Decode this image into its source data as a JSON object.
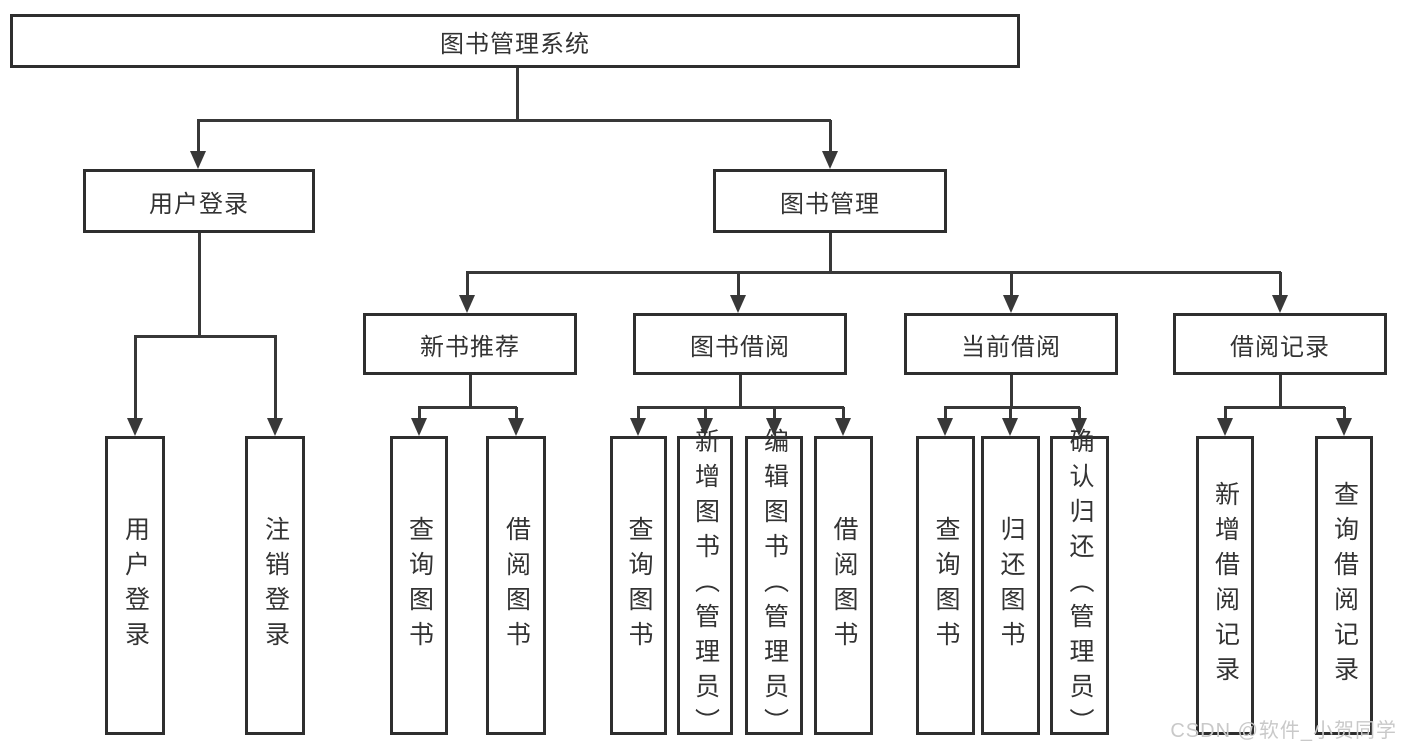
{
  "diagram": {
    "root": "图书管理系统",
    "level2": {
      "user_login": "用户登录",
      "book_mgmt": "图书管理"
    },
    "level3": {
      "new_books": "新书推荐",
      "book_borrow": "图书借阅",
      "current_borrow": "当前借阅",
      "borrow_records": "借阅记录"
    },
    "leaves": {
      "user_login": [
        "用户登录",
        "注销登录"
      ],
      "new_books": [
        "查询图书",
        "借阅图书"
      ],
      "book_borrow": [
        "查询图书",
        "新增图书（管理员）",
        "编辑图书（管理员）",
        "借阅图书"
      ],
      "current_borrow": [
        "查询图书",
        "归还图书",
        "确认归还（管理员）"
      ],
      "borrow_records": [
        "新增借阅记录",
        "查询借阅记录"
      ]
    }
  },
  "watermark": "CSDN @软件_小贺同学",
  "colors": {
    "line": "#383838",
    "box_border": "#2e2e2e",
    "text": "#333333",
    "watermark": "#c9c9c9",
    "background": "#ffffff"
  }
}
